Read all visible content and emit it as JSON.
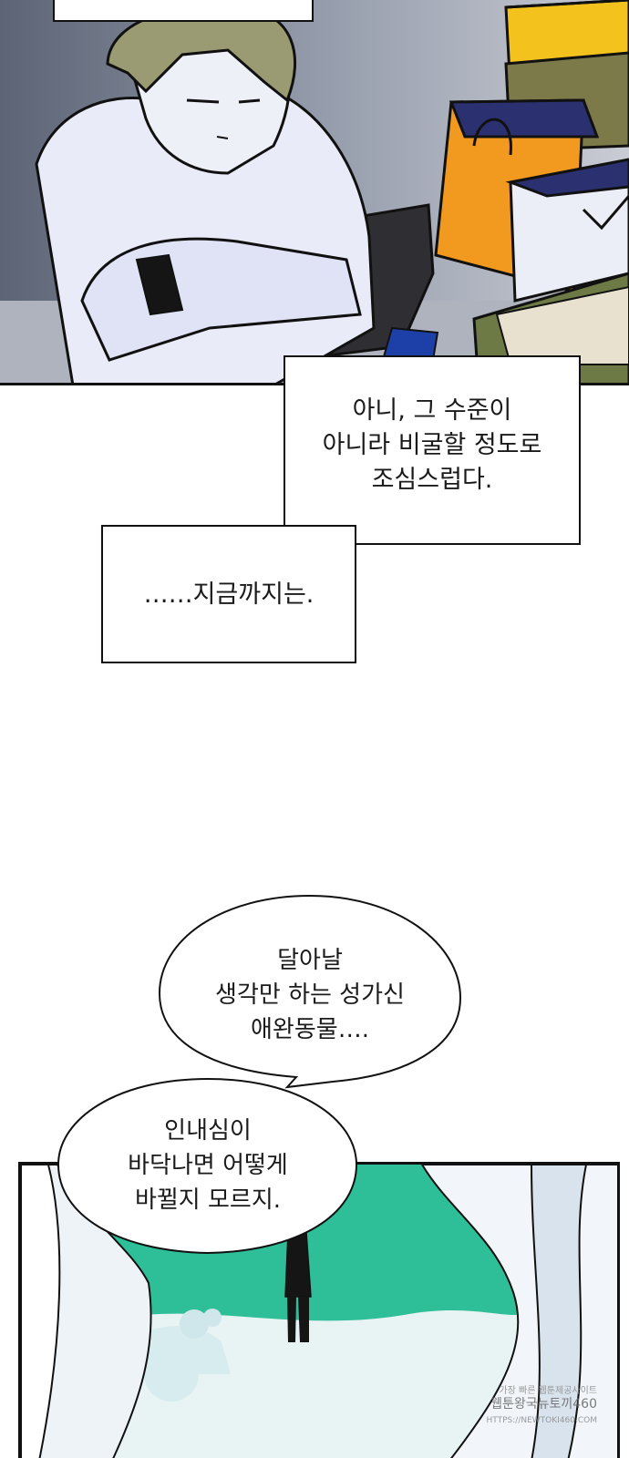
{
  "captions": {
    "box1": [
      "아니, 그 수준이",
      "아니라 비굴할 정도로",
      "조심스럽다."
    ],
    "box2": "……지금까지는."
  },
  "bubbles": {
    "upper": [
      "달아날",
      "생각만 하는 성가신",
      "애완동물…."
    ],
    "lower": [
      "인내심이",
      "바닥나면 어떻게",
      "바뀔지 모르지."
    ]
  },
  "watermark": {
    "line1": "가장 빠른 웹툰제공사이트",
    "line2": "웹툰왕국뉴토끼460",
    "line3": "HTTPS://NEWTOKI460.COM"
  }
}
